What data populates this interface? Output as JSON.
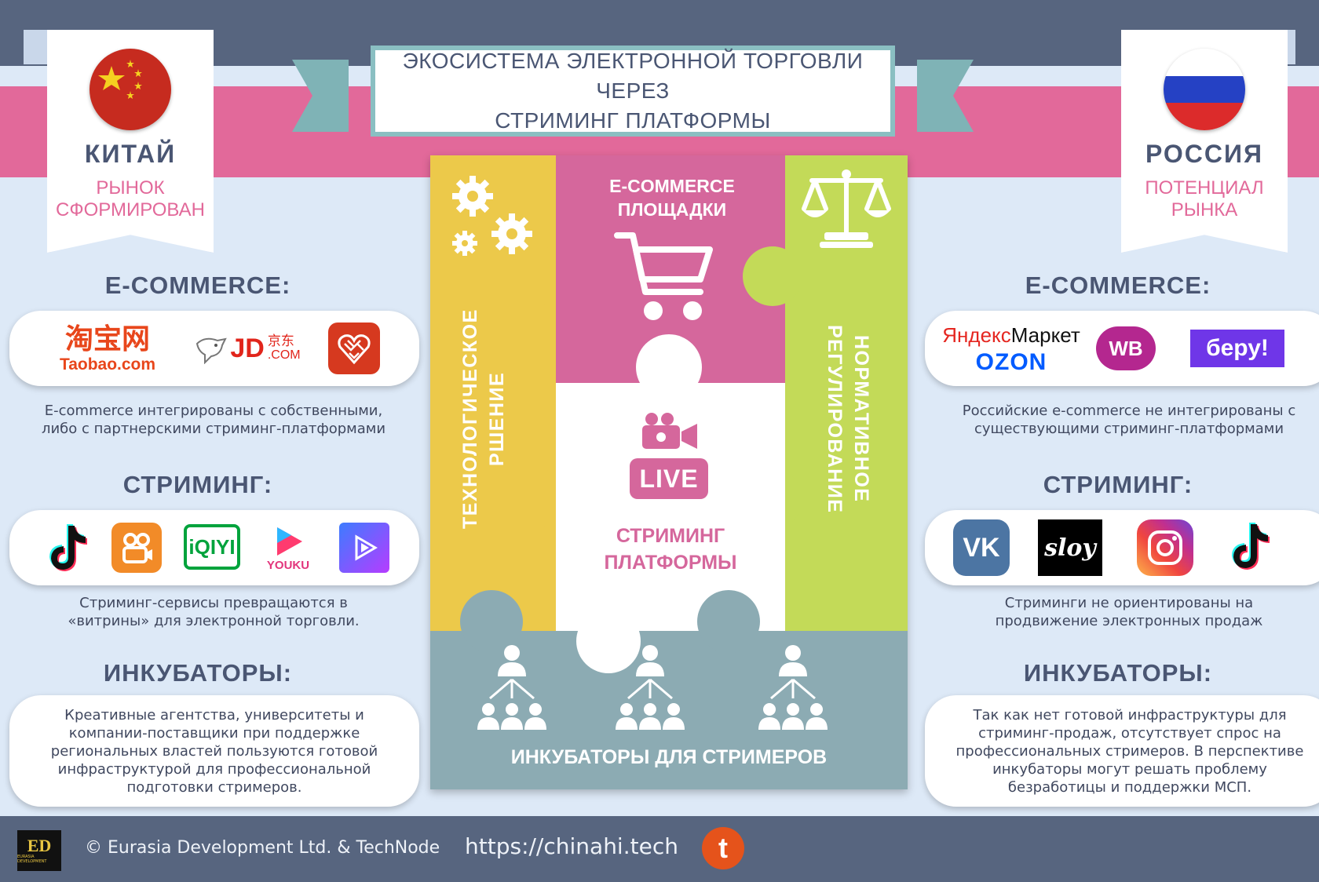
{
  "title": {
    "line1": "ЭКОСИСТЕМА ЭЛЕКТРОННОЙ ТОРГОВЛИ ЧЕРЕЗ",
    "line2": "СТРИМИНГ ПЛАТФОРМЫ"
  },
  "china": {
    "name": "КИТАЙ",
    "status_line1": "РЫНОК",
    "status_line2": "СФОРМИРОВАН",
    "ecommerce_heading": "E-COMMERCE:",
    "ecommerce_logos": {
      "taobao_cn": "淘宝网",
      "taobao_en": "Taobao.com",
      "jd": "JD",
      "jd_cn": "京东",
      "jd_com": ".COM"
    },
    "ecommerce_desc1": "E-commerce интегрированы с собственными,",
    "ecommerce_desc2": "либо с партнерскими стриминг-платформами",
    "streaming_heading": "СТРИМИНГ:",
    "streaming_logos": {
      "iqiyi": "iQIYI",
      "youku": "YOUKU"
    },
    "streaming_desc1": "Стриминг-сервисы превращаются в",
    "streaming_desc2": "«витрины» для электронной торговли.",
    "incubators_heading": "ИНКУБАТОРЫ:",
    "incubators_desc": "Креативные агентства, университеты и компании-поставщики при поддержке региональных властей пользуются готовой инфраструктурой для профессиональной подготовки стримеров."
  },
  "russia": {
    "name": "РОССИЯ",
    "status_line1": "ПОТЕНЦИАЛ",
    "status_line2": "РЫНКА",
    "ecommerce_heading": "E-COMMERCE:",
    "ecommerce_logos": {
      "yandex": "Яндекс",
      "market": "Маркет",
      "ozon": "OZON",
      "wb": "WB",
      "beru": "беру!"
    },
    "ecommerce_desc1": "Российские e-commerce не интегрированы с",
    "ecommerce_desc2": "существующими стриминг-платформами",
    "streaming_heading": "СТРИМИНГ:",
    "streaming_logos": {
      "vk": "VK",
      "sloy": "sloy"
    },
    "streaming_desc1": "Стриминги не ориентированы на",
    "streaming_desc2": "продвижение электронных продаж",
    "incubators_heading": "ИНКУБАТОРЫ:",
    "incubators_desc": "Так как нет готовой инфраструктуры для стриминг-продаж, отсутствует спрос на профессиональных стримеров. В перспективе инкубаторы могут решать проблему безработицы и поддержки МСП."
  },
  "puzzle": {
    "tech": {
      "line1": "ТЕХНОЛОГИЧЕСКОЕ",
      "line2": "РШЕНИЕ",
      "color": "#ecc94a"
    },
    "ecommerce": {
      "line1": "E-COMMERCE",
      "line2": "ПЛОЩАДКИ",
      "color": "#d5679c"
    },
    "regulation": {
      "line1": "НОРМАТИВНОЕ",
      "line2": "РЕГУЛИРОВАНИЕ",
      "color": "#c3da58"
    },
    "streaming": {
      "live": "LIVE",
      "line1": "СТРИМИНГ",
      "line2": "ПЛАТФОРМЫ",
      "color": "#d5679c"
    },
    "incubators": {
      "label": "ИНКУБАТОРЫ ДЛЯ СТРИМЕРОВ",
      "color": "#8cabb3"
    }
  },
  "footer": {
    "logo_text": "ED",
    "logo_sub": "EURASIA DEVELOPMENT",
    "copyright": "© Eurasia Development Ltd. & TechNode",
    "url": "https://chinahi.tech",
    "t_logo": "t"
  }
}
